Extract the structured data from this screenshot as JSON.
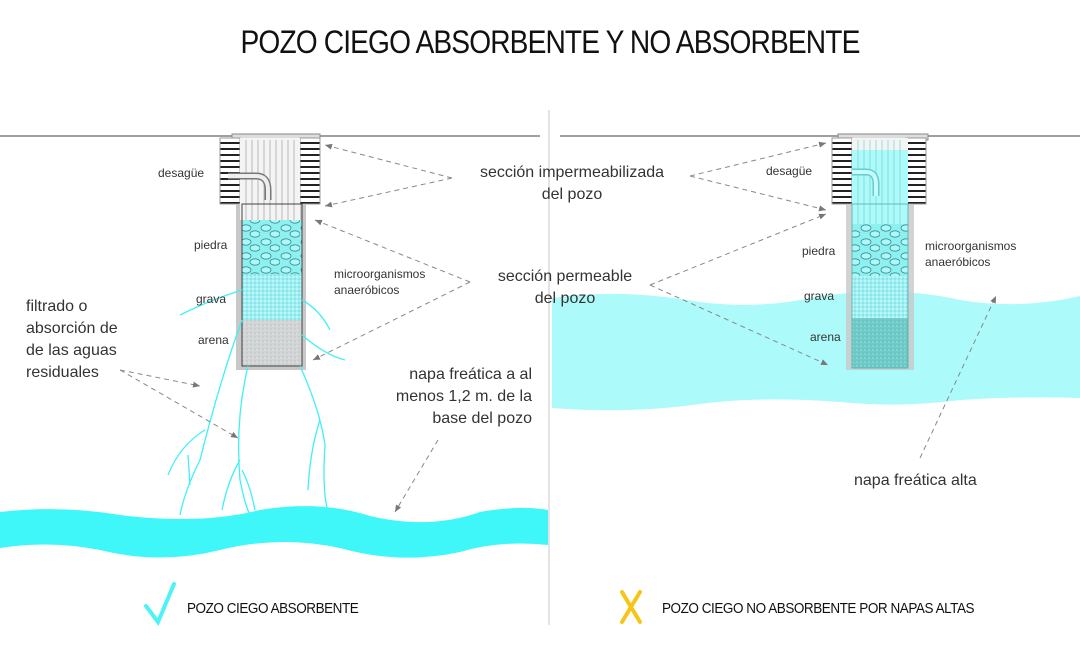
{
  "title": "POZO CIEGO ABSORBENTE Y NO ABSORBENTE",
  "left_panel": {
    "labels": {
      "desague": "desagüe",
      "piedra": "piedra",
      "grava": "grava",
      "arena": "arena",
      "microorganismos_1": "microorganismos",
      "microorganismos_2": "anaeróbicos",
      "filtrado_1": "filtrado o",
      "filtrado_2": "absorción de",
      "filtrado_3": "de las aguas",
      "filtrado_4": "residuales",
      "napa_1": "napa freática a al",
      "napa_2": "menos 1,2 m. de la",
      "napa_3": "base del pozo"
    },
    "legend": {
      "icon": "check-icon",
      "color": "#4ef2f7",
      "label": "POZO CIEGO ABSORBENTE"
    }
  },
  "center_labels": {
    "impermeable_1": "sección impermeabilizada",
    "impermeable_2": "del pozo",
    "permeable_1": "sección permeable",
    "permeable_2": "del pozo"
  },
  "right_panel": {
    "labels": {
      "desague": "desagüe",
      "piedra": "piedra",
      "grava": "grava",
      "arena": "arena",
      "microorganismos_1": "microorganismos",
      "microorganismos_2": "anaeróbicos",
      "napa_alta": "napa freática alta"
    },
    "legend": {
      "icon": "x-icon",
      "color": "#f5c518",
      "label": "POZO CIEGO NO ABSORBENTE POR NAPAS ALTAS"
    }
  },
  "colors": {
    "water_left": "#3ff6f8",
    "water_right": "#adfafa",
    "well_wall": "#bdbdbd",
    "divider": "#c8c8c8"
  }
}
